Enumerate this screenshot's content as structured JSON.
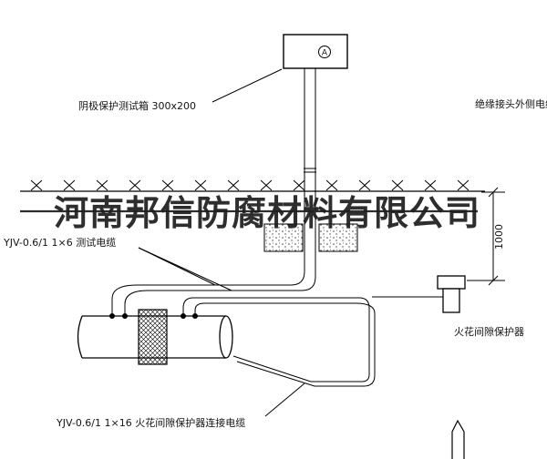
{
  "watermark": {
    "text": "河南邦信防腐材料有限公司"
  },
  "labels": {
    "test_box": "阴极保护测试箱 300x200",
    "outer_cable": "绝缘接头外侧电缆",
    "test_cable": "YJV-0.6/1  1×6  测试电缆",
    "spark_gap": "火花间隙保护器",
    "connection_cable": "YJV-0.6/1  1×16  火花间隙保护器连接电缆",
    "dimension": "1000",
    "box_marker": "A"
  },
  "colors": {
    "line": "#000000",
    "text": "#141414",
    "watermark": "#1f1f1f"
  }
}
